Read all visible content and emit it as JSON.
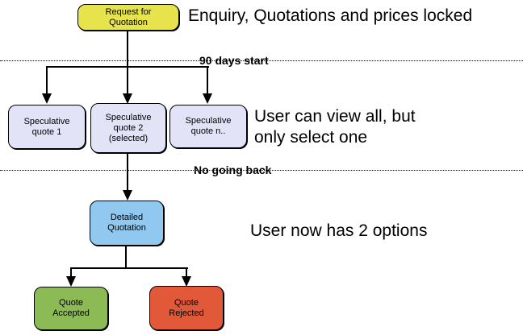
{
  "diagram": {
    "nodes": {
      "rfq": {
        "label": "Request for\nQuotation",
        "fill": "#E6E34D"
      },
      "spec1": {
        "label": "Speculative\nquote 1",
        "fill": "#E3E3F7"
      },
      "spec2": {
        "label": "Speculative\nquote 2\n(selected)",
        "fill": "#E3E3F7"
      },
      "spec3": {
        "label": "Speculative\nquote n..",
        "fill": "#E3E3F7"
      },
      "detailed": {
        "label": "Detailed\nQuotation",
        "fill": "#90C8F0"
      },
      "accepted": {
        "label": "Quote\nAccepted",
        "fill": "#8CBA55"
      },
      "rejected": {
        "label": "Quote\nRejected",
        "fill": "#E2593A"
      }
    },
    "phase_labels": {
      "phase1": "90 days start",
      "phase2": "No going back"
    },
    "annotations": {
      "top": "Enquiry, Quotations and prices locked",
      "middle": "User can view all, but\nonly select one",
      "bottom": "User now has 2 options"
    },
    "colors": {
      "rfq_fill": "#E6E34D",
      "speculative_fill": "#E3E3F7",
      "detailed_fill": "#90C8F0",
      "accepted_fill": "#8CBA55",
      "rejected_fill": "#E2593A",
      "connector": "#000000",
      "background": "#FFFFFF"
    }
  }
}
